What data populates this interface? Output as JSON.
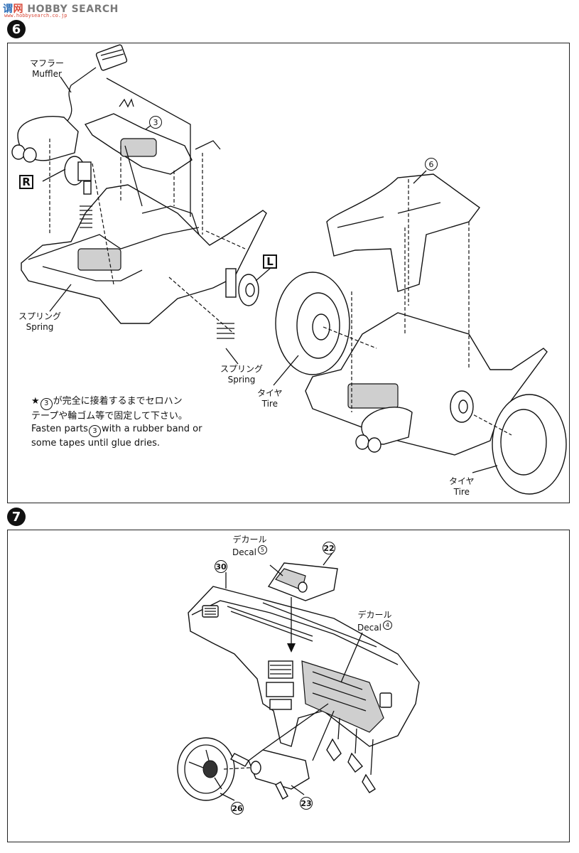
{
  "watermark": {
    "brand_char1": "谓",
    "brand_char2": "网",
    "brand_text": "HOBBY SEARCH",
    "sub_text": "www.hobbysearch.co.jp"
  },
  "step6": {
    "badge": "6",
    "muffler_jp": "マフラー",
    "muffler_en": "Muffler",
    "side_R": "R",
    "side_L": "L",
    "part3": "3",
    "part6": "6",
    "spring1_jp": "スプリング",
    "spring1_en": "Spring",
    "spring2_jp": "スプリング",
    "spring2_en": "Spring",
    "tire1_jp": "タイヤ",
    "tire1_en": "Tire",
    "tire2_jp": "タイヤ",
    "tire2_en": "Tire",
    "note_star": "★",
    "note_jp_a": "が完全に接着するまでセロハン",
    "note_jp_b": "テープや輪ゴム等で固定して下さい。",
    "note_en_a": "Fasten parts",
    "note_en_b": "with a rubber band or",
    "note_en_c": "some tapes until glue dries.",
    "note_part": "3"
  },
  "step7": {
    "badge": "7",
    "decal5_jp": "デカール",
    "decal5_en": "Decal",
    "decal5_num": "5",
    "decal4_jp": "デカール",
    "decal4_en": "Decal",
    "decal4_num": "4",
    "part22": "22",
    "part30": "30",
    "part26": "26",
    "part23": "23"
  }
}
